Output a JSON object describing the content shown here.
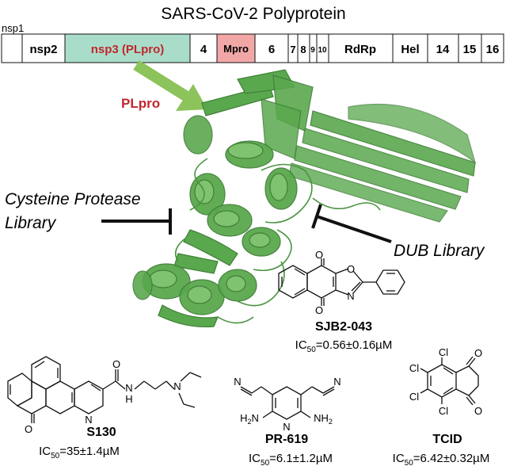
{
  "title": "SARS-CoV-2 Polyprotein",
  "nsp1_label": "nsp1",
  "segments": [
    {
      "label": "",
      "fill": "#ffffff"
    },
    {
      "label": "nsp2",
      "fill": "#ffffff"
    },
    {
      "label": "nsp3 (PLpro)",
      "fill": "#a9ddc9",
      "text_color": "#c0272d"
    },
    {
      "label": "4",
      "fill": "#ffffff"
    },
    {
      "label": "Mpro",
      "fill": "#f2a7a7"
    },
    {
      "label": "6",
      "fill": "#ffffff"
    },
    {
      "label": "7",
      "fill": "#ffffff"
    },
    {
      "label": "8",
      "fill": "#ffffff"
    },
    {
      "label": "9",
      "fill": "#ffffff"
    },
    {
      "label": "10",
      "fill": "#ffffff"
    },
    {
      "label": "RdRp",
      "fill": "#ffffff"
    },
    {
      "label": "Hel",
      "fill": "#ffffff"
    },
    {
      "label": "14",
      "fill": "#ffffff"
    },
    {
      "label": "15",
      "fill": "#ffffff"
    },
    {
      "label": "16",
      "fill": "#ffffff"
    }
  ],
  "plpro_label": "PLpro",
  "libraries": {
    "cysteine_line1": "Cysteine Protease",
    "cysteine_line2": "Library",
    "dub": "DUB Library"
  },
  "compounds": [
    {
      "name": "SJB2-043",
      "ic50_value": "=0.56±0.16µM"
    },
    {
      "name": "S130",
      "ic50_value": "=35±1.4µM"
    },
    {
      "name": "PR-619",
      "ic50_value": "=6.1±1.2µM"
    },
    {
      "name": "TCID",
      "ic50_value": "=6.42±0.32µM"
    }
  ],
  "ic50_prefix": "IC",
  "ic50_sub": "50",
  "atoms": {
    "O": "O",
    "N": "N",
    "H": "H",
    "NH2": "NH",
    "H2N": "H",
    "two": "2",
    "Cl": "Cl"
  },
  "colors": {
    "protein": "#5aa84e",
    "protein_dark": "#3f7f36",
    "arrow": "#8cc35a",
    "plpro_red": "#c0272d"
  }
}
